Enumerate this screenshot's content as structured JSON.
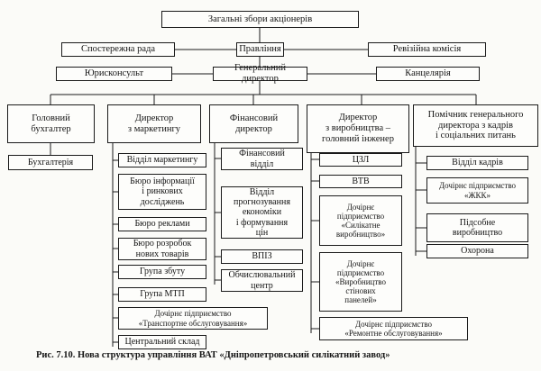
{
  "top": {
    "shareholders": "Загальні збори акціонерів",
    "board": "Правління",
    "supervisory": "Спостережна рада",
    "audit": "Ревізійна комісія",
    "legal": "Юрисконсульт",
    "ceo": "Генеральний директор",
    "office": "Канцелярія"
  },
  "columns": {
    "chief_accountant": "Головний\nбухгалтер",
    "marketing_director": "Директор\nз маркетингу",
    "finance_director": "Фінансовий\nдиректор",
    "production_director": "Директор\nз виробництва –\nголовний інженер",
    "hr_assistant": "Помічник генерального\nдиректора з кадрів\nі соціальних питань"
  },
  "accounting": [
    "Бухгалтерія"
  ],
  "marketing": [
    "Відділ маркетингу",
    "Бюро інформації\nі ринкових\nдосліджень",
    "Бюро реклами",
    "Бюро розробок\nнових товарів",
    "Група збуту",
    "Група МТП",
    "Дочірнє підприємство\n«Транспортне обслуговування»",
    "Центральний склад"
  ],
  "finance": [
    "Фінансовий\nвідділ",
    "Відділ\nпрогнозування\nекономіки\nі формування\nцін",
    "ВПІЗ",
    "Обчислювальний\nцентр"
  ],
  "production": [
    "ЦЗЛ",
    "ВТВ",
    "Дочірнє\nпідприємство\n«Силікатне\nвиробництво»",
    "Дочірнє\nпідприємство\n«Виробництво\nстінових\nпанелей»",
    "Дочірнє підприємство\n«Ремонтне обслуговування»"
  ],
  "hr": [
    "Відділ кадрів",
    "Дочірнє підприємство\n«ЖКК»",
    "Підсобне\nвиробництво",
    "Охорона"
  ],
  "caption": "Рис. 7.10. Нова структура управління ВАТ «Дніпропетровський силікатний завод»"
}
